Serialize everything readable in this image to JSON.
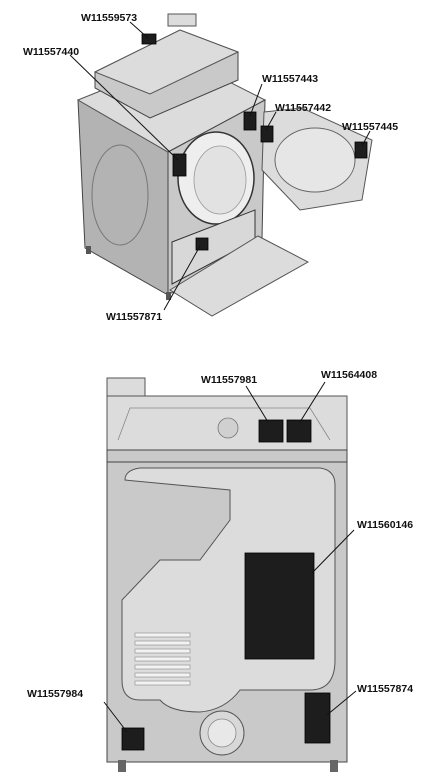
{
  "labels": {
    "top_panel": "W11559573",
    "left_corner": "W11557440",
    "door_opening": "W11557443",
    "door_upper": "W11557442",
    "door_outer": "W11557445",
    "lower_access": "W11557871",
    "rear_upper_left": "W11557981",
    "rear_upper_right": "W11564408",
    "rear_center": "W11560146",
    "rear_bottom_left": "W11557984",
    "rear_bottom_right": "W11557874"
  }
}
